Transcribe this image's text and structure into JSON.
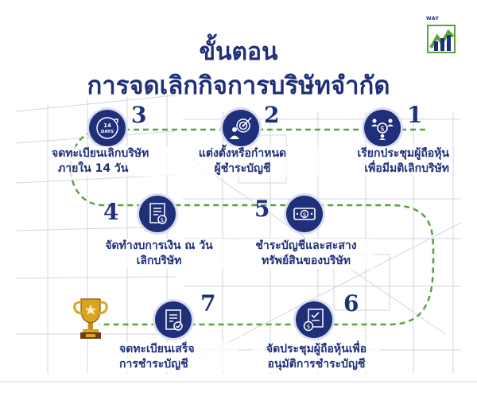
{
  "title": {
    "line1": "ขั้นตอน",
    "line2": "การจดเลิกกิจการบริษัทจำกัด"
  },
  "logo": {
    "text": "WAY"
  },
  "colors": {
    "navy": "#1f2f7a",
    "green": "#5aa33a",
    "gold": "#d9a520"
  },
  "steps": [
    {
      "number": "1",
      "icon": "people-money-icon",
      "line1": "เรียกประชุมผู้ถือหุ้น",
      "line2": "เพื่อมีมติเลิกบริษัท"
    },
    {
      "number": "2",
      "icon": "target-person-icon",
      "line1": "แต่งตั้งหรือกำหนด",
      "line2": "ผู้ชำระบัญชี"
    },
    {
      "number": "3",
      "icon": "calendar-14-days-icon",
      "icon_top": "14",
      "icon_bottom": "DAYS",
      "line1": "จดทะเบียนเลิกบริษัท",
      "line2": "ภายใน 14 วัน"
    },
    {
      "number": "4",
      "icon": "financial-report-icon",
      "line1": "จัดทำงบการเงิน ณ วัน",
      "line2": "เลิกบริษัท"
    },
    {
      "number": "5",
      "icon": "banknote-icon",
      "line1": "ชำระบัญชีและสะสาง",
      "line2": "ทรัพย์สินของบริษัท"
    },
    {
      "number": "6",
      "icon": "approval-document-icon",
      "line1": "จัดประชุมผู้ถือหุ้นเพื่อ",
      "line2": "อนุมัติการชำระบัญชี"
    },
    {
      "number": "7",
      "icon": "registration-document-icon",
      "line1": "จดทะเบียนเสร็จ",
      "line2": "การชำระบัญชี"
    }
  ]
}
